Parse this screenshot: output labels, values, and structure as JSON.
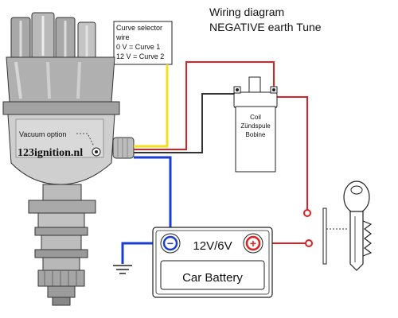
{
  "diagram": {
    "title_line1": "Wiring diagram",
    "title_line2": "NEGATIVE earth Tune",
    "curve_note": {
      "line1": "Curve selector",
      "line2": "wire",
      "line3": "0 V = Curve 1",
      "line4": "12 V = Curve 2"
    },
    "vacuum_label": "Vacuum option",
    "brand_label": "123ignition.nl",
    "coil": {
      "line1": "Coil",
      "line2": "Zündspule",
      "line3": "Bobine"
    },
    "battery": {
      "voltage": "12V/6V",
      "name": "Car Battery",
      "plus": "+",
      "minus": "−"
    },
    "colors": {
      "red_wire": "#e02020",
      "blue_wire": "#1a3fd0",
      "yellow_wire": "#f2e020",
      "black_wire": "#333333"
    }
  }
}
